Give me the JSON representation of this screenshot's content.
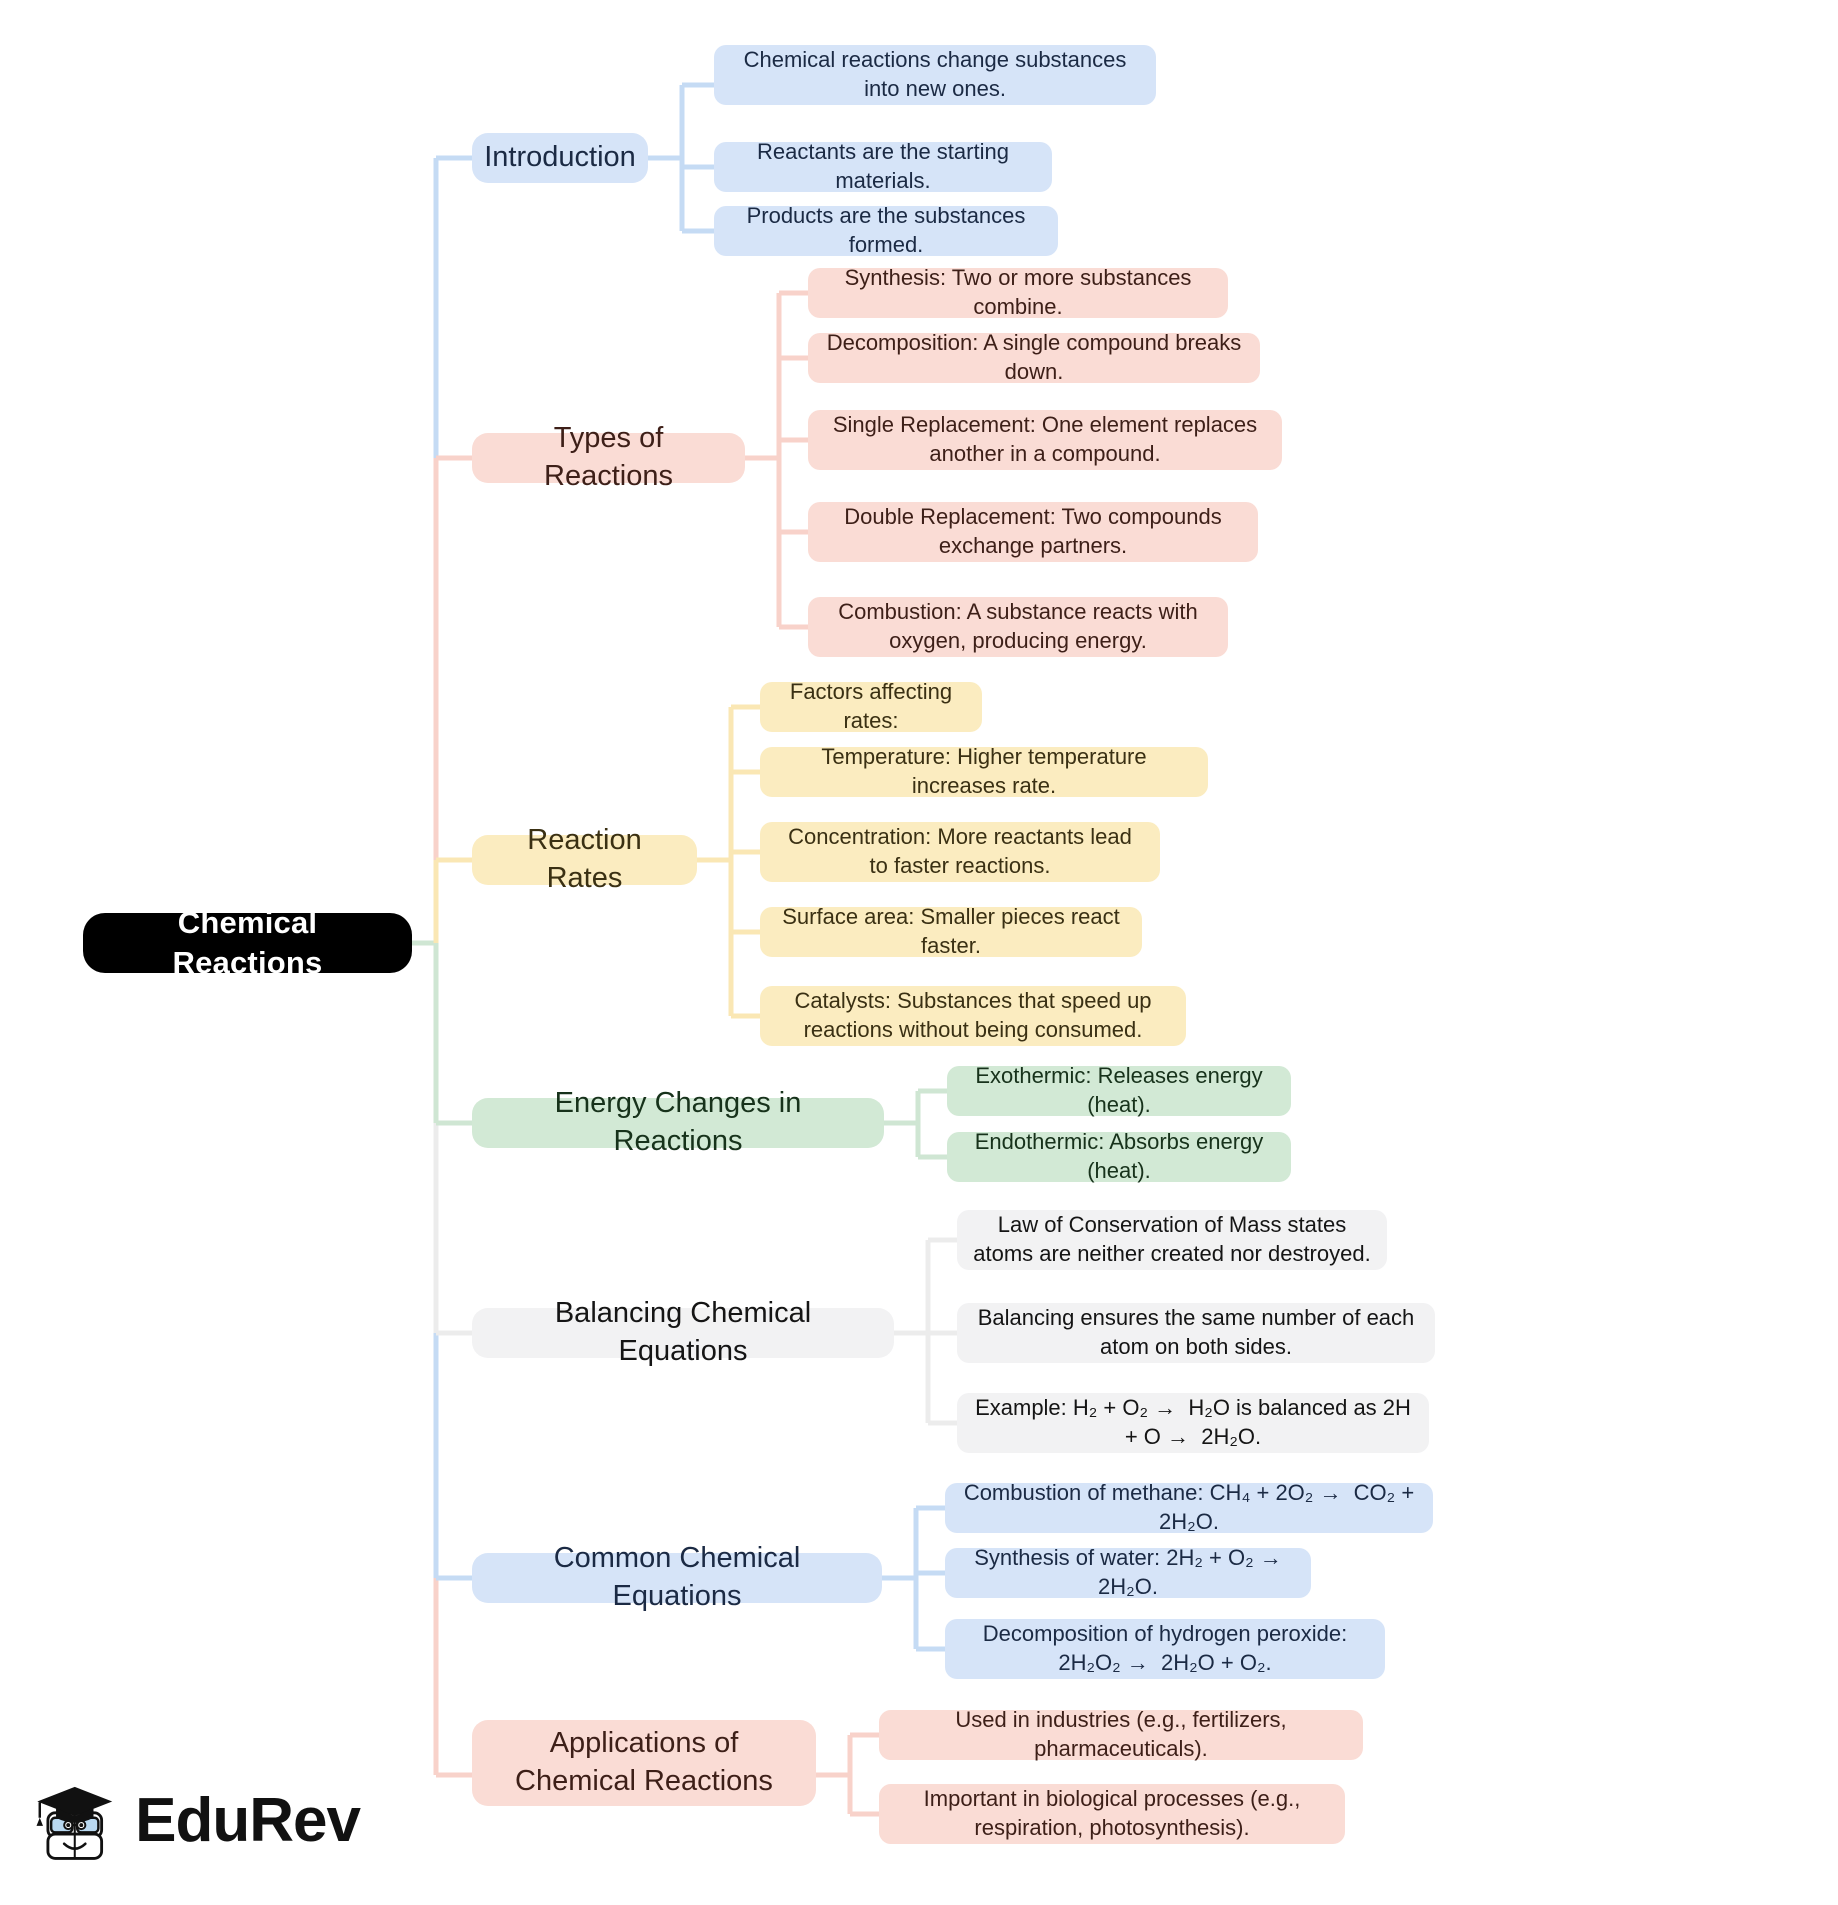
{
  "root": {
    "label": "Chemical Reactions"
  },
  "colors": {
    "blue_fill": "#d6e4f8",
    "pink_fill": "#fadcd5",
    "yellow_fill": "#fbecc0",
    "green_fill": "#d2e9d5",
    "grey_fill": "#f2f2f3",
    "blue_link": "#c5dbf4",
    "pink_link": "#f8d2ca",
    "yellow_link": "#fae7b4",
    "green_link": "#cfe6d3",
    "grey_link": "#ececec",
    "root_fill": "#000000"
  },
  "logo": {
    "wordmark": "EduRev",
    "icon": "graduation-cap-mascot-icon"
  },
  "branches": [
    {
      "id": "introduction",
      "label": "Introduction",
      "theme": "blue",
      "children": [
        "Chemical reactions change substances into new ones.",
        "Reactants are the starting materials.",
        "Products are the substances formed."
      ]
    },
    {
      "id": "types-of-reactions",
      "label": "Types of Reactions",
      "theme": "pink",
      "children": [
        "Synthesis: Two or more substances combine.",
        "Decomposition: A single compound breaks down.",
        "Single Replacement: One element replaces another in a compound.",
        "Double Replacement: Two compounds exchange partners.",
        "Combustion: A substance reacts with oxygen, producing energy."
      ]
    },
    {
      "id": "reaction-rates",
      "label": "Reaction Rates",
      "theme": "yellow",
      "children": [
        "Factors affecting rates:",
        "Temperature: Higher temperature increases rate.",
        "Concentration: More reactants lead to faster reactions.",
        "Surface area: Smaller pieces react faster.",
        "Catalysts: Substances that speed up reactions without being consumed."
      ]
    },
    {
      "id": "energy-changes-in-reactions",
      "label": "Energy Changes in Reactions",
      "theme": "green",
      "children": [
        "Exothermic: Releases energy (heat).",
        "Endothermic: Absorbs energy (heat)."
      ]
    },
    {
      "id": "balancing-chemical-equations",
      "label": "Balancing Chemical Equations",
      "theme": "grey",
      "children": [
        "Law of Conservation of Mass states atoms are neither created nor destroyed.",
        "Balancing ensures the same number of each atom on both sides.",
        "Example: H₂ + O₂ →  H₂O is balanced as 2H + O →  2H₂O."
      ]
    },
    {
      "id": "common-chemical-equations",
      "label": "Common Chemical Equations",
      "theme": "blue",
      "children": [
        "Combustion of methane: CH₄ + 2O₂ →  CO₂ + 2H₂O.",
        "Synthesis of water: 2H₂ + O₂ →  2H₂O.",
        "Decomposition of hydrogen peroxide: 2H₂O₂ →  2H₂O + O₂."
      ]
    },
    {
      "id": "applications-of-chemical-reactions",
      "label": "Applications of Chemical Reactions",
      "theme": "pink",
      "children": [
        "Used in industries (e.g., fertilizers, pharmaceuticals).",
        "Important in biological processes (e.g., respiration, photosynthesis)."
      ]
    }
  ]
}
